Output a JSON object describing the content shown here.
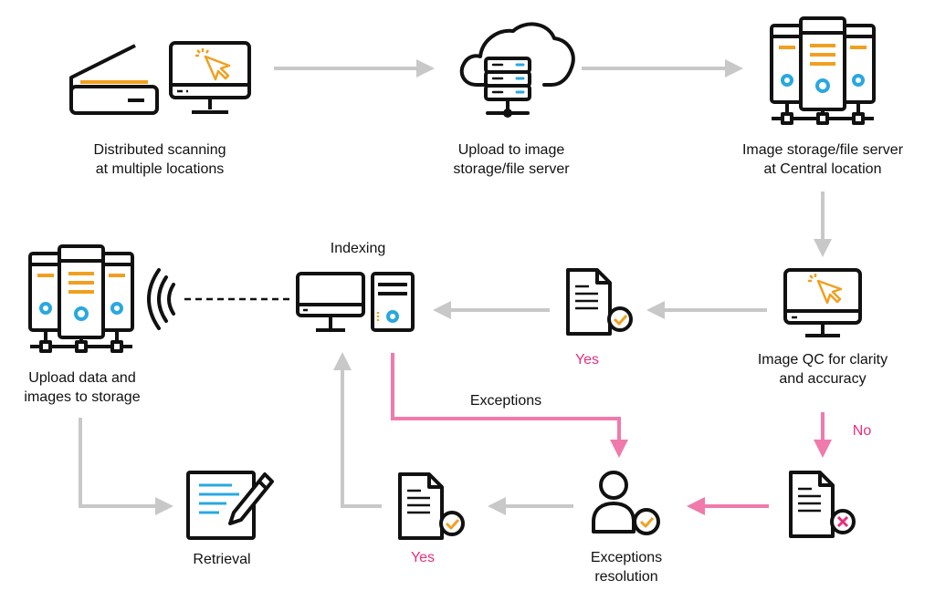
{
  "colors": {
    "arrow_gray": "#c8c8c8",
    "arrow_pink": "#f07aab",
    "accent_orange": "#f0a020",
    "accent_blue": "#29a8e0",
    "error_pink": "#e6307e",
    "outline": "#111111"
  },
  "steps": {
    "scanning": {
      "icon": "scanner-and-monitor-icon",
      "lines": [
        "Distributed scanning",
        "at multiple locations"
      ]
    },
    "upload": {
      "icon": "cloud-server-icon",
      "lines": [
        "Upload to image",
        "storage/file server"
      ]
    },
    "central": {
      "icon": "server-cluster-icon",
      "lines": [
        "Image storage/file server",
        "at Central location"
      ]
    },
    "qc": {
      "icon": "monitor-cursor-icon",
      "lines": [
        "Image QC for clarity",
        "and accuracy"
      ]
    },
    "qc_yes": {
      "icon": "document-check-icon",
      "label": "Yes"
    },
    "indexing": {
      "icon": "desktop-computer-icon",
      "label": "Indexing"
    },
    "storage": {
      "icon": "server-cluster-icon",
      "lines": [
        "Upload data and",
        "images to storage"
      ]
    },
    "retrieval": {
      "icon": "form-pen-icon",
      "label": "Retrieval"
    },
    "res_yes": {
      "icon": "document-check-icon",
      "label": "Yes"
    },
    "resolution": {
      "icon": "user-check-icon",
      "lines": [
        "Exceptions",
        "resolution"
      ]
    },
    "qc_no": {
      "icon": "document-cross-icon",
      "label": "No"
    }
  },
  "flows": {
    "exceptions_label": "Exceptions"
  }
}
